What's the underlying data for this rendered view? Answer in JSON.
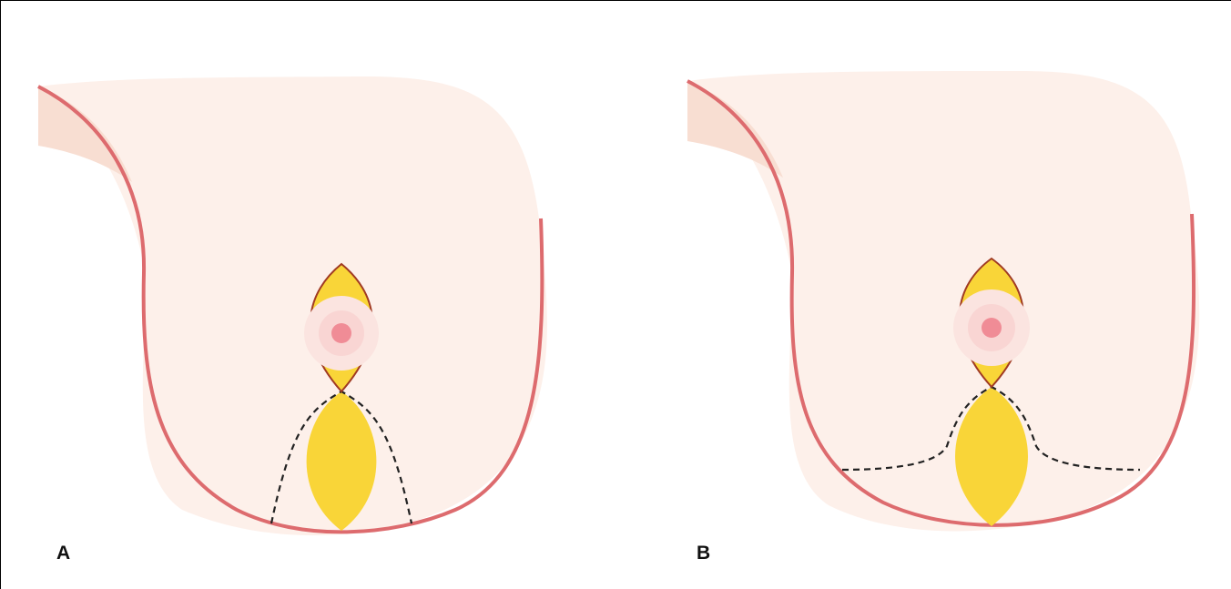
{
  "panels": [
    {
      "label": "A",
      "incision": "vertical"
    },
    {
      "label": "B",
      "incision": "short-horizontal"
    }
  ],
  "colors": {
    "skin": "#fdf0ea",
    "skin_shadow": "#f8ded2",
    "outline": "#dd6b6e",
    "resection": "#f9d538",
    "areola": "#fbe4e0",
    "nipple": "#f08c96",
    "areola_border": "#a03a23",
    "incision_line": "#222222"
  }
}
